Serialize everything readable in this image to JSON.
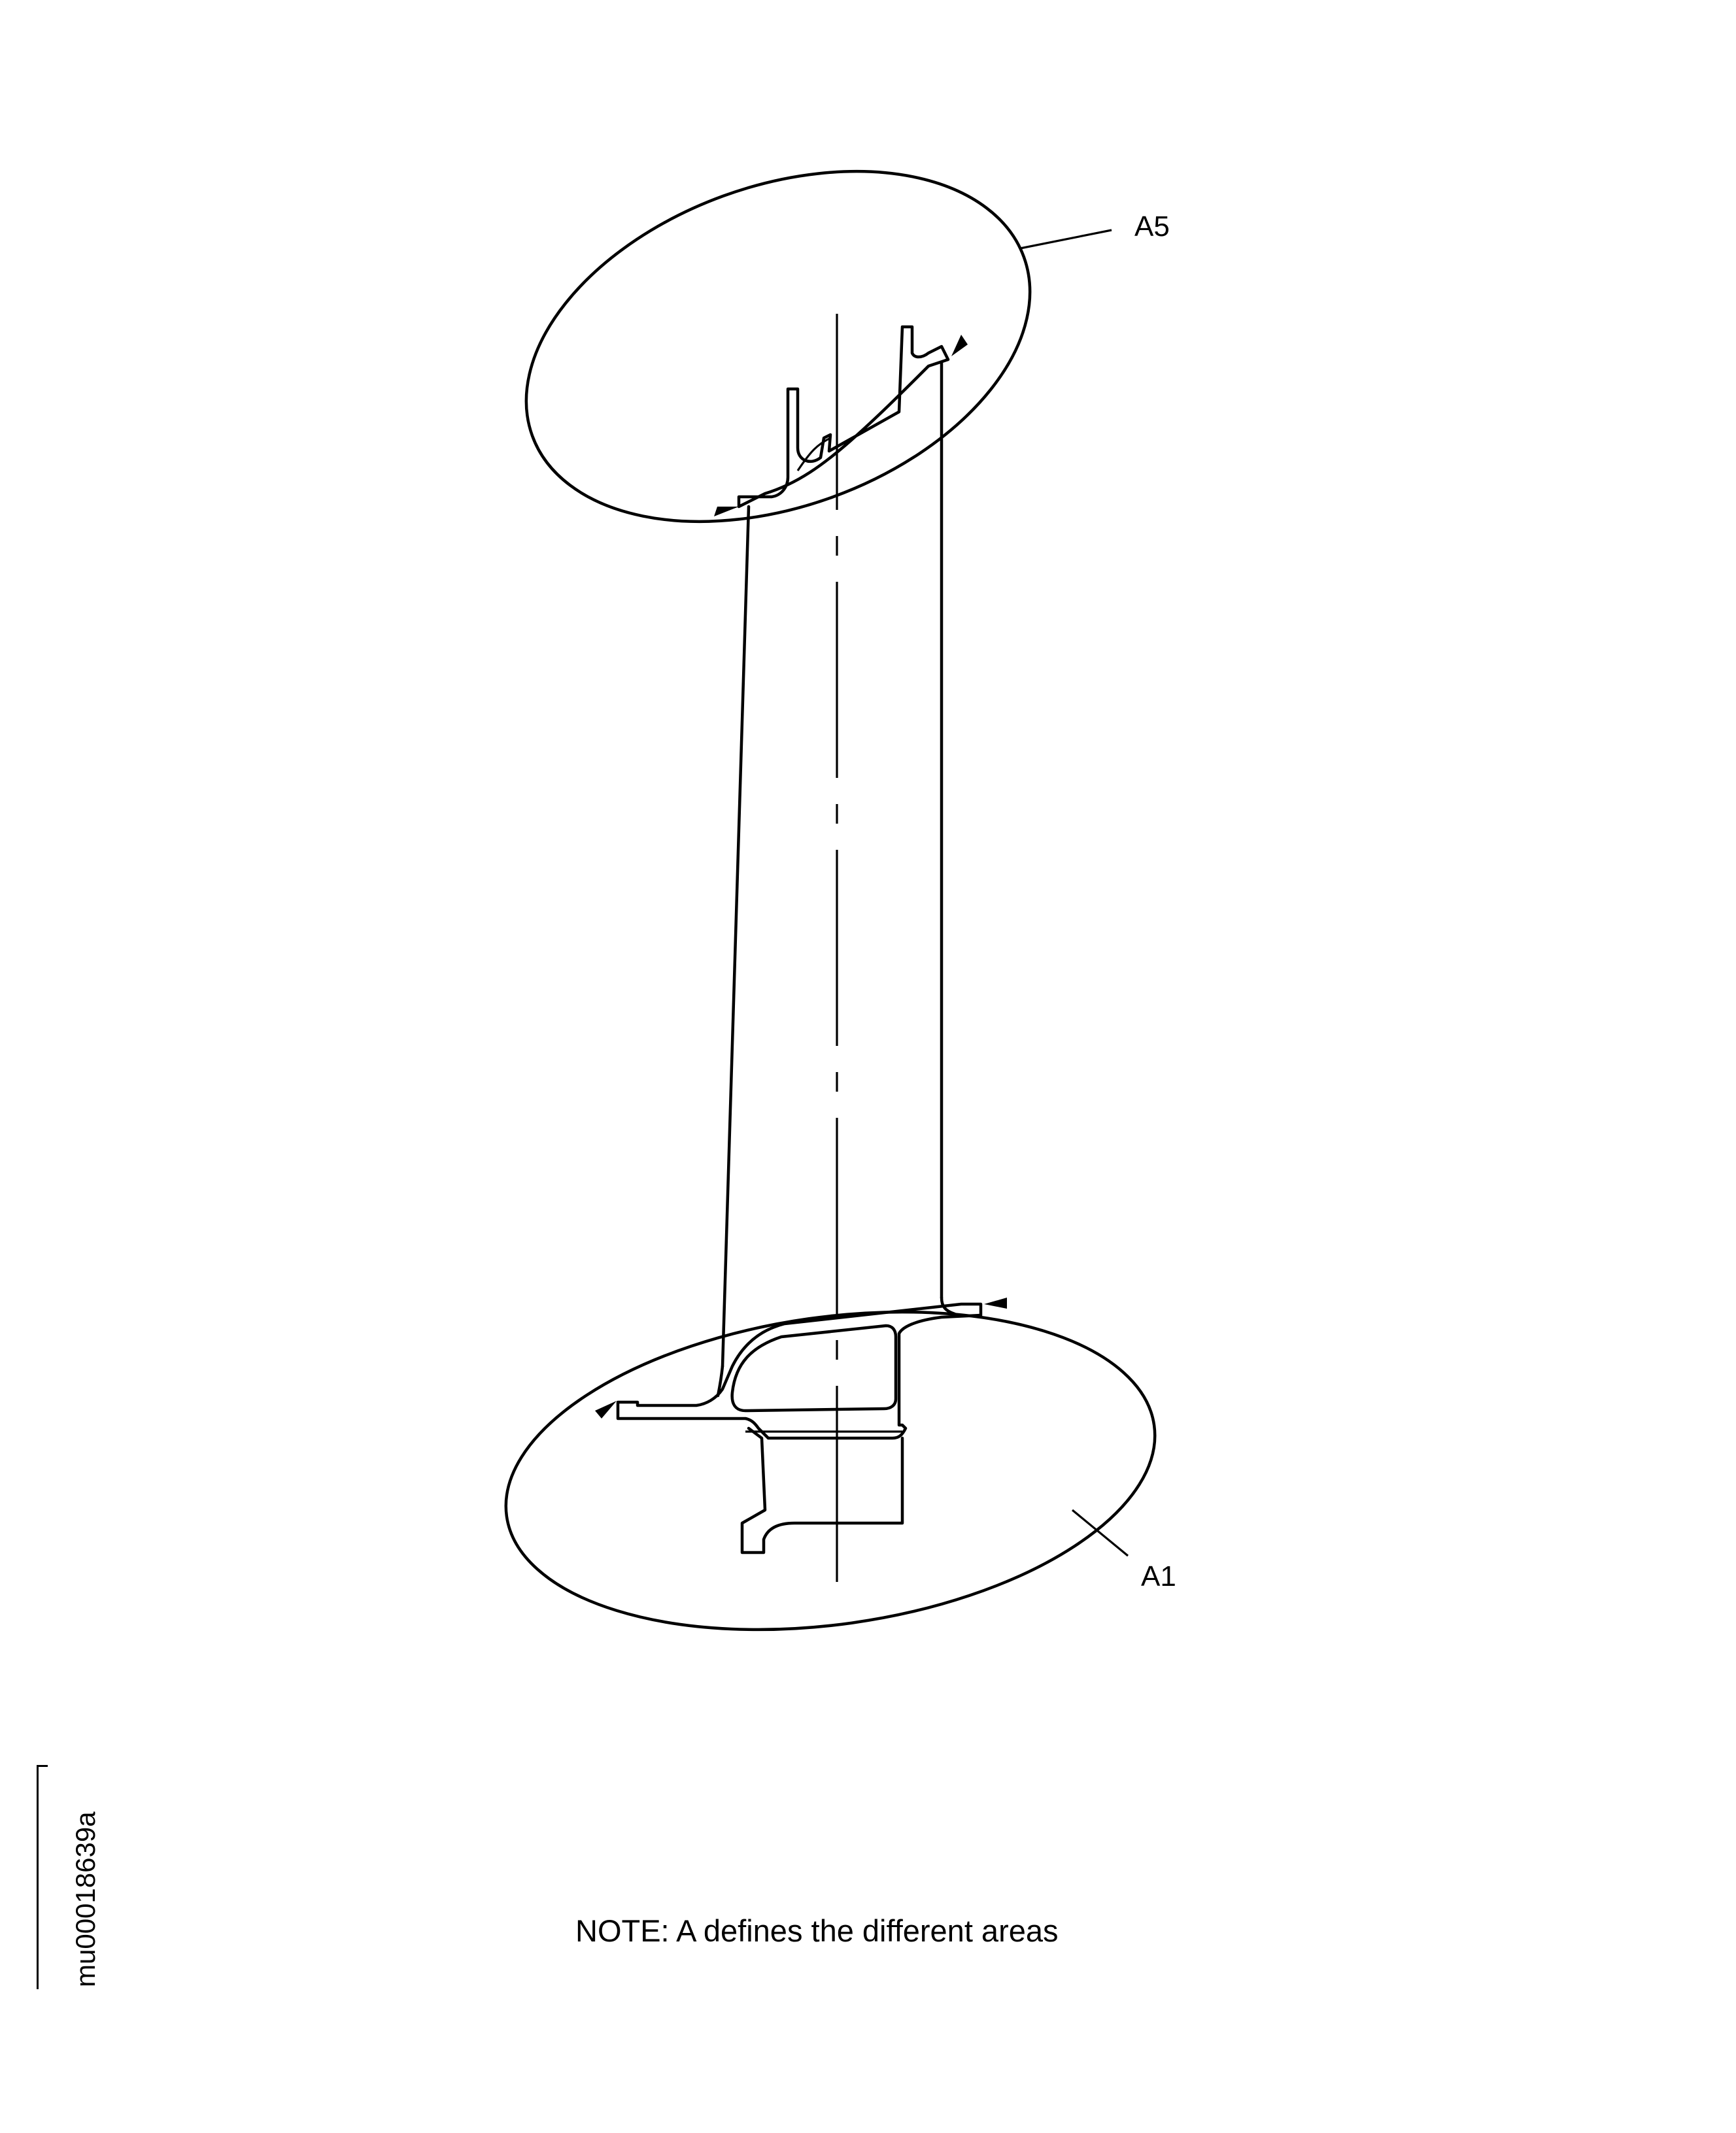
{
  "callouts": {
    "top": "A5",
    "bottom": "A1"
  },
  "note": "NOTE:  A defines the different areas",
  "figure_id": "mu00018639a"
}
